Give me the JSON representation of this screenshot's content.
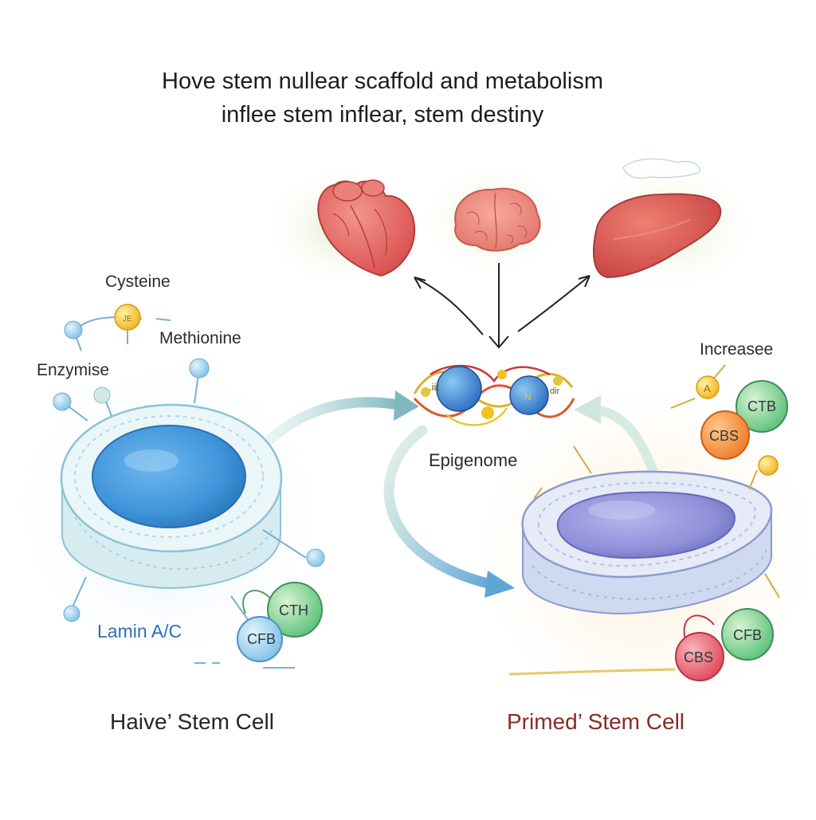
{
  "title": {
    "line1": "Hove stem nullear scaffold and metabolism",
    "line2": "inflee stem inflear, stem destiny"
  },
  "metabolites": {
    "cysteine": "Cysteine",
    "methionine": "Methionine",
    "enzymise": "Enzymise",
    "increase": "Increasee"
  },
  "center": {
    "epigenome": "Epigenome"
  },
  "naive_cell": {
    "label": "Haive’ Stem Cell",
    "lamin": "Lamin A/C",
    "enzymes": [
      "CTH",
      "CFB"
    ]
  },
  "primed_cell": {
    "label": "Primed’ Stem Cell",
    "enzymes": [
      "CTB",
      "CBS",
      "CFB",
      "CBS"
    ],
    "small_marker": "A"
  },
  "organs": [
    "heart",
    "brain",
    "liver"
  ],
  "colors": {
    "naive_nucleus": "#3f95da",
    "primed_nucleus": "#8e8fd8",
    "naive_glow": "#cfe9f5",
    "primed_glow": "#fde9c4",
    "organ_red": "#e46a66",
    "arrow_teal": "#8fc2c3"
  }
}
